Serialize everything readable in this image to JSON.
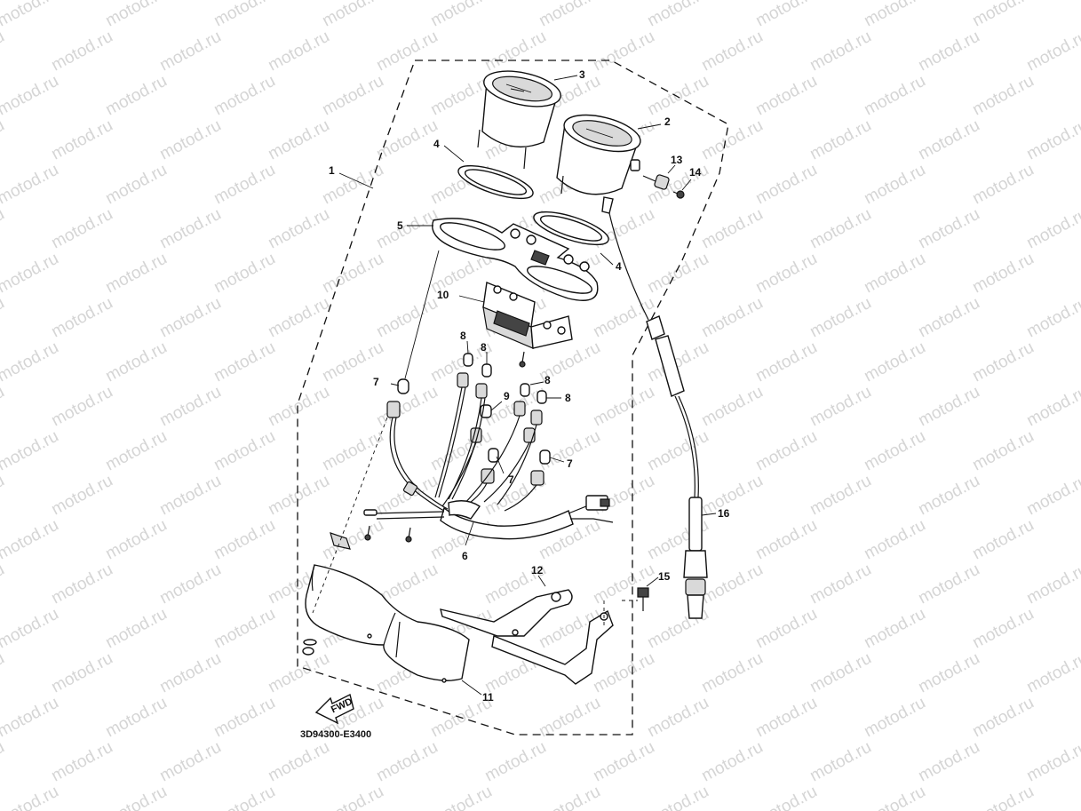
{
  "watermark": {
    "text": "motod.ru"
  },
  "diagram": {
    "code": "3D94300-E3400",
    "fwd_label": "FWD",
    "callouts": {
      "c1": "1",
      "c2": "2",
      "c3": "3",
      "c4a": "4",
      "c4b": "4",
      "c5": "5",
      "c6": "6",
      "c7a": "7",
      "c7b": "7",
      "c7c": "7",
      "c8a": "8",
      "c8b": "8",
      "c8c": "8",
      "c8d": "8",
      "c9": "9",
      "c10": "10",
      "c11": "11",
      "c12": "12",
      "c13": "13",
      "c14": "14",
      "c15": "15",
      "c16": "16"
    }
  }
}
